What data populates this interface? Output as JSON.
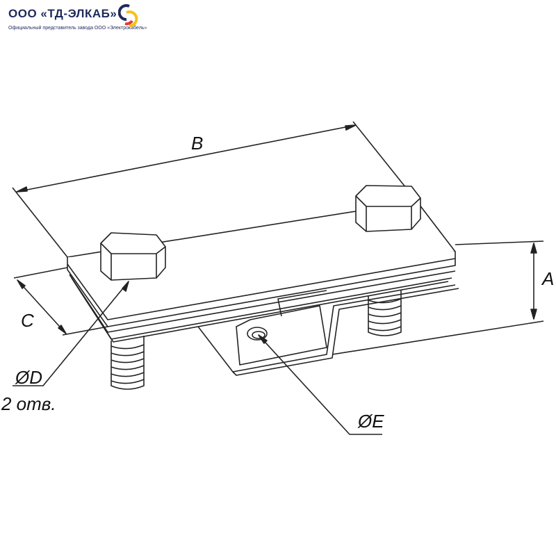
{
  "logo": {
    "title": "ООО «ТД-ЭЛКАБ»",
    "subtitle": "Официальный представитель завода ООО «Электрокабель»",
    "colors": {
      "navy": "#1f2a5c",
      "yellow": "#f3c21b",
      "red": "#e23b2e"
    }
  },
  "labels": {
    "b": "B",
    "a": "A",
    "c": "C",
    "d": "ØD",
    "holes": "2 отв.",
    "e": "ØE"
  }
}
